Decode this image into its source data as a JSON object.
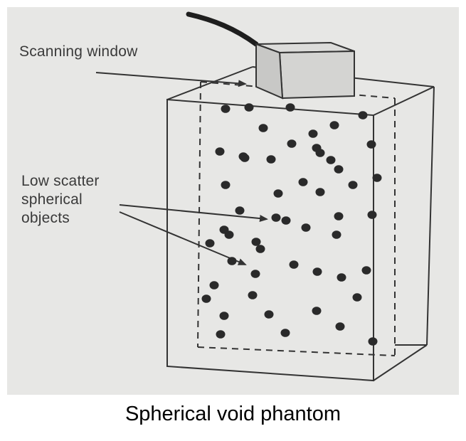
{
  "figure": {
    "callouts": {
      "scanning_window": "Scanning window",
      "low_scatter_objects": "Low scatter\nspherical\nobjects"
    },
    "sphere_count": 52
  },
  "caption": "Spherical void phantom",
  "colors": {
    "figure_background": "#e7e7e5",
    "ink": "#2a2a2a",
    "caption": "#000000"
  }
}
